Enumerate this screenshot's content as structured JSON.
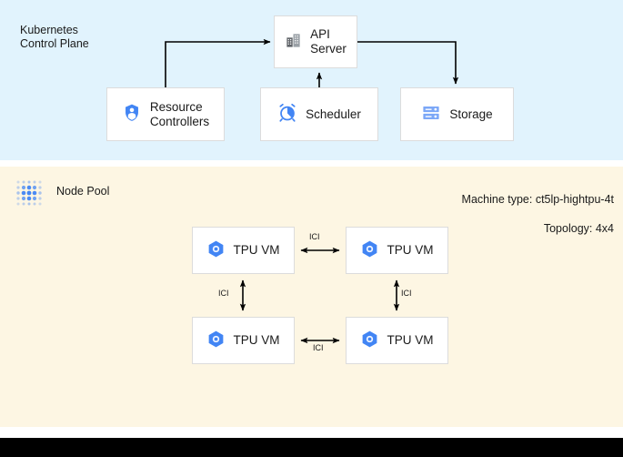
{
  "diagram": {
    "control_plane": {
      "title": "Kubernetes\nControl Plane",
      "background_color": "#e1f3fd",
      "components": [
        {
          "id": "api-server",
          "label": "API\nServer",
          "icon": "building-icon"
        },
        {
          "id": "resource-controllers",
          "label": "Resource\nControllers",
          "icon": "shield-person-icon"
        },
        {
          "id": "scheduler",
          "label": "Scheduler",
          "icon": "alarm-clock-icon"
        },
        {
          "id": "storage",
          "label": "Storage",
          "icon": "server-rack-icon"
        }
      ]
    },
    "node_pool": {
      "title": "Node Pool",
      "icon": "dot-grid-icon",
      "background_color": "#fdf6e3",
      "machine_type_line": "Machine type: ct5lp-hightpu-4t",
      "topology_line": "Topology: 4x4",
      "vms": [
        {
          "id": "tpu-vm-1",
          "label": "TPU VM",
          "icon": "tpu-hexagon-icon"
        },
        {
          "id": "tpu-vm-2",
          "label": "TPU VM",
          "icon": "tpu-hexagon-icon"
        },
        {
          "id": "tpu-vm-3",
          "label": "TPU VM",
          "icon": "tpu-hexagon-icon"
        },
        {
          "id": "tpu-vm-4",
          "label": "TPU VM",
          "icon": "tpu-hexagon-icon"
        }
      ],
      "links": [
        {
          "id": "ici-top",
          "label": "ICI"
        },
        {
          "id": "ici-left",
          "label": "ICI"
        },
        {
          "id": "ici-right",
          "label": "ICI"
        },
        {
          "id": "ici-bottom",
          "label": "ICI"
        }
      ]
    },
    "colors": {
      "control_plane_bg": "#e1f3fd",
      "node_pool_bg": "#fdf6e3",
      "accent_blue": "#4285f4",
      "icon_gray": "#5f6368",
      "connector": "#000000",
      "bottom_bar": "#000000"
    }
  }
}
